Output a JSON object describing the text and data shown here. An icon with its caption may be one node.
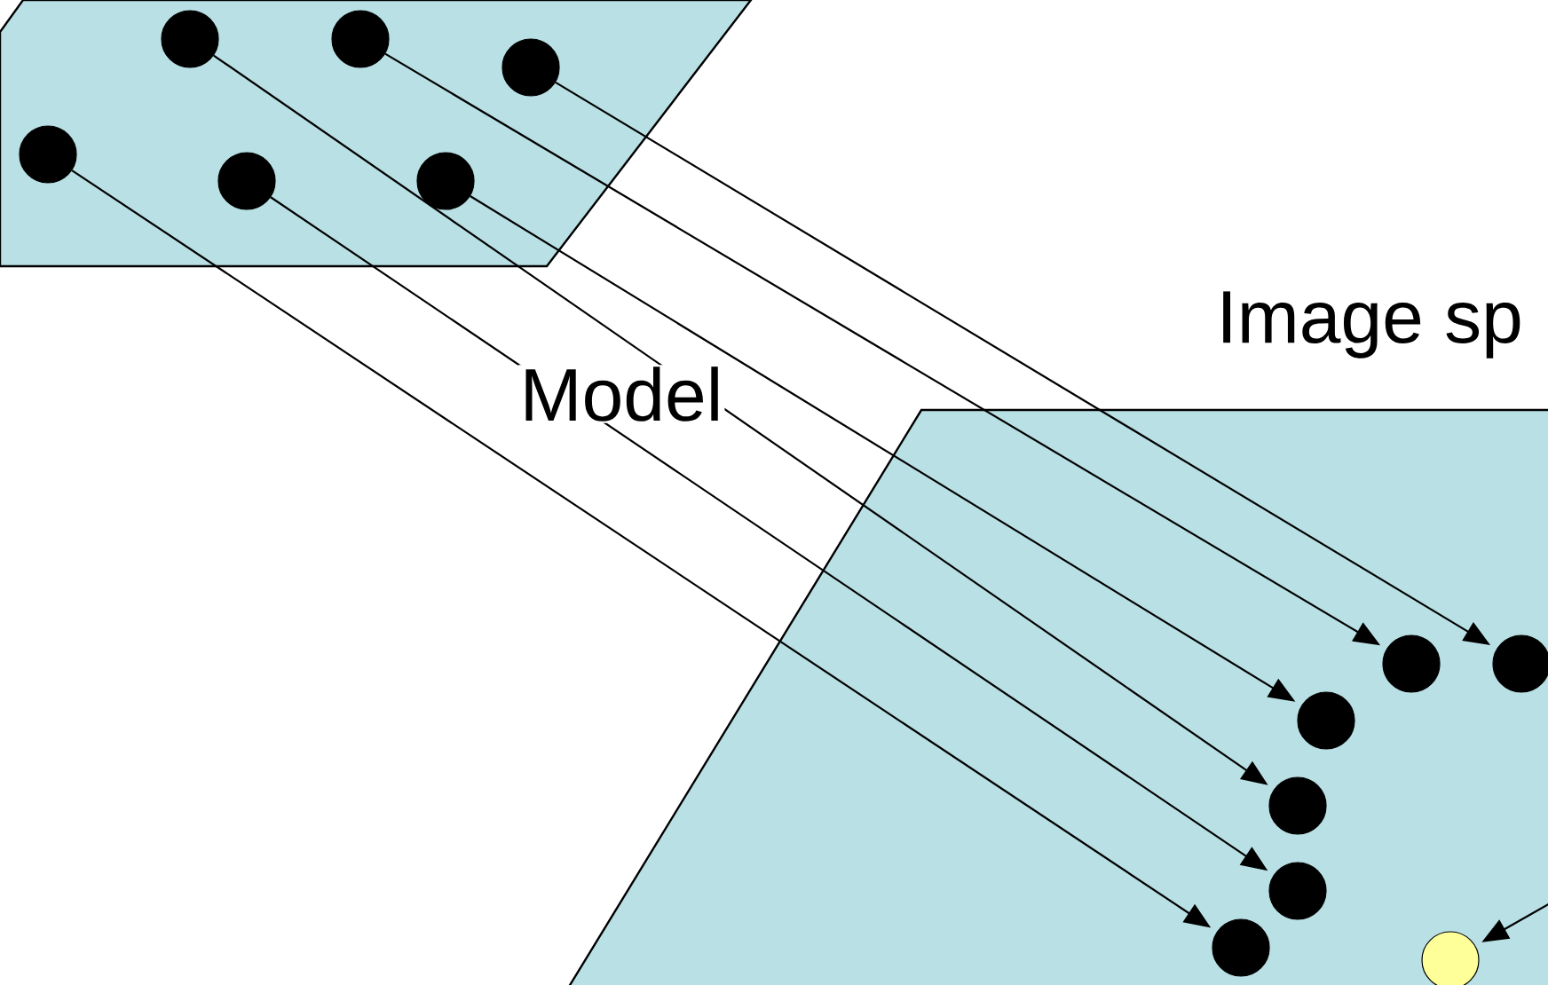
{
  "diagram": {
    "nodes": [
      {
        "text": [],
        "shape": "parallelogram"
      },
      {
        "text": [],
        "shape": "circle",
        "in": 0
      },
      {
        "text": [],
        "shape": "circle",
        "in": 0
      },
      {
        "text": [],
        "shape": "circle",
        "in": 0
      },
      {
        "text": [],
        "shape": "circle",
        "in": 0
      },
      {
        "text": [],
        "shape": "circle",
        "in": 0
      },
      {
        "text": [],
        "shape": "circle",
        "in": 0
      },
      {
        "text": [
          "Image sp"
        ]
      },
      {
        "text": [],
        "shape": "circle",
        "in": 7
      },
      {
        "text": [],
        "shape": "circle",
        "in": 7
      },
      {
        "text": [],
        "shape": "circle",
        "in": 7
      },
      {
        "text": [],
        "shape": "circle",
        "in": 7
      },
      {
        "text": [],
        "shape": "circle",
        "in": 7
      },
      {
        "text": [],
        "shape": "circle",
        "in": 7
      },
      {
        "text": [],
        "shape": "circle",
        "in": 7
      }
    ],
    "edges": [
      {
        "from": 3,
        "to": 9,
        "arrow": "to"
      },
      {
        "from": 2,
        "to": 8,
        "arrow": "to"
      },
      {
        "from": 6,
        "to": 10,
        "arrow": "to"
      },
      {
        "from": 1,
        "to": 11,
        "arrow": "to"
      },
      {
        "from": 5,
        "to": 12,
        "arrow": "to"
      },
      {
        "from": 4,
        "to": 13,
        "arrow": "to"
      },
      {
        "from": null,
        "to": 14,
        "arrow": "to"
      }
    ],
    "labels": [
      "Model"
    ]
  }
}
